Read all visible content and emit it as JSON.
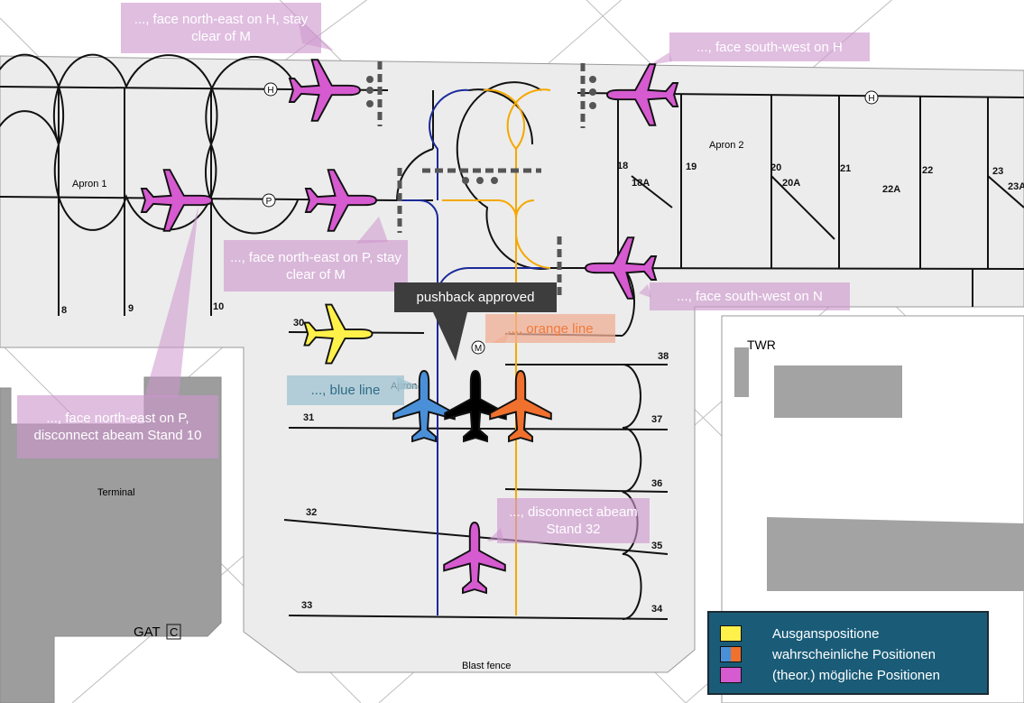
{
  "colors": {
    "yellow": "#fff04a",
    "black": "#000000",
    "blue": "#4a90d9",
    "orange": "#f0702e",
    "magenta": "#d65ad0",
    "blue_line": "#1a2a9a",
    "orange_line": "#f5a800",
    "legend_bg": "#1a5c78",
    "callout_pink": "#cd96cd"
  },
  "map": {
    "apron_labels": [
      "Apron 1",
      "Apron 2",
      "Apron 3"
    ],
    "taxiway_markers": [
      "H",
      "H",
      "P",
      "M"
    ],
    "stands": [
      "8",
      "9",
      "10",
      "18",
      "18A",
      "19",
      "20",
      "20A",
      "21",
      "22",
      "22A",
      "23",
      "23A",
      "30",
      "31",
      "32",
      "33",
      "34",
      "35",
      "36",
      "37",
      "38"
    ],
    "buildings": {
      "terminal": "Terminal",
      "gat": "GAT",
      "gat_marker": "C",
      "tower": "TWR",
      "blast_fence": "Blast fence"
    }
  },
  "callouts": {
    "h_north": "..., face north-east on H, stay clear of M",
    "h_south": "..., face south-west on H",
    "p_north": "..., face north-east on P, stay clear of M",
    "n_south": "..., face south-west on N",
    "pushback": "pushback approved",
    "orange_line": "..., orange line",
    "blue_line": "..., blue line",
    "p_disconnect": "..., face north-east on P, disconnect abeam Stand 10",
    "disconnect_32": "..., disconnect abeam Stand 32"
  },
  "legend": {
    "items": [
      {
        "label": "Ausganspositione",
        "colors": [
          "#fff04a"
        ]
      },
      {
        "label": "wahrscheinliche Positionen",
        "colors": [
          "#4a90d9",
          "#f0702e"
        ]
      },
      {
        "label": "(theor.) mögliche Positionen",
        "colors": [
          "#d65ad0"
        ]
      }
    ]
  }
}
